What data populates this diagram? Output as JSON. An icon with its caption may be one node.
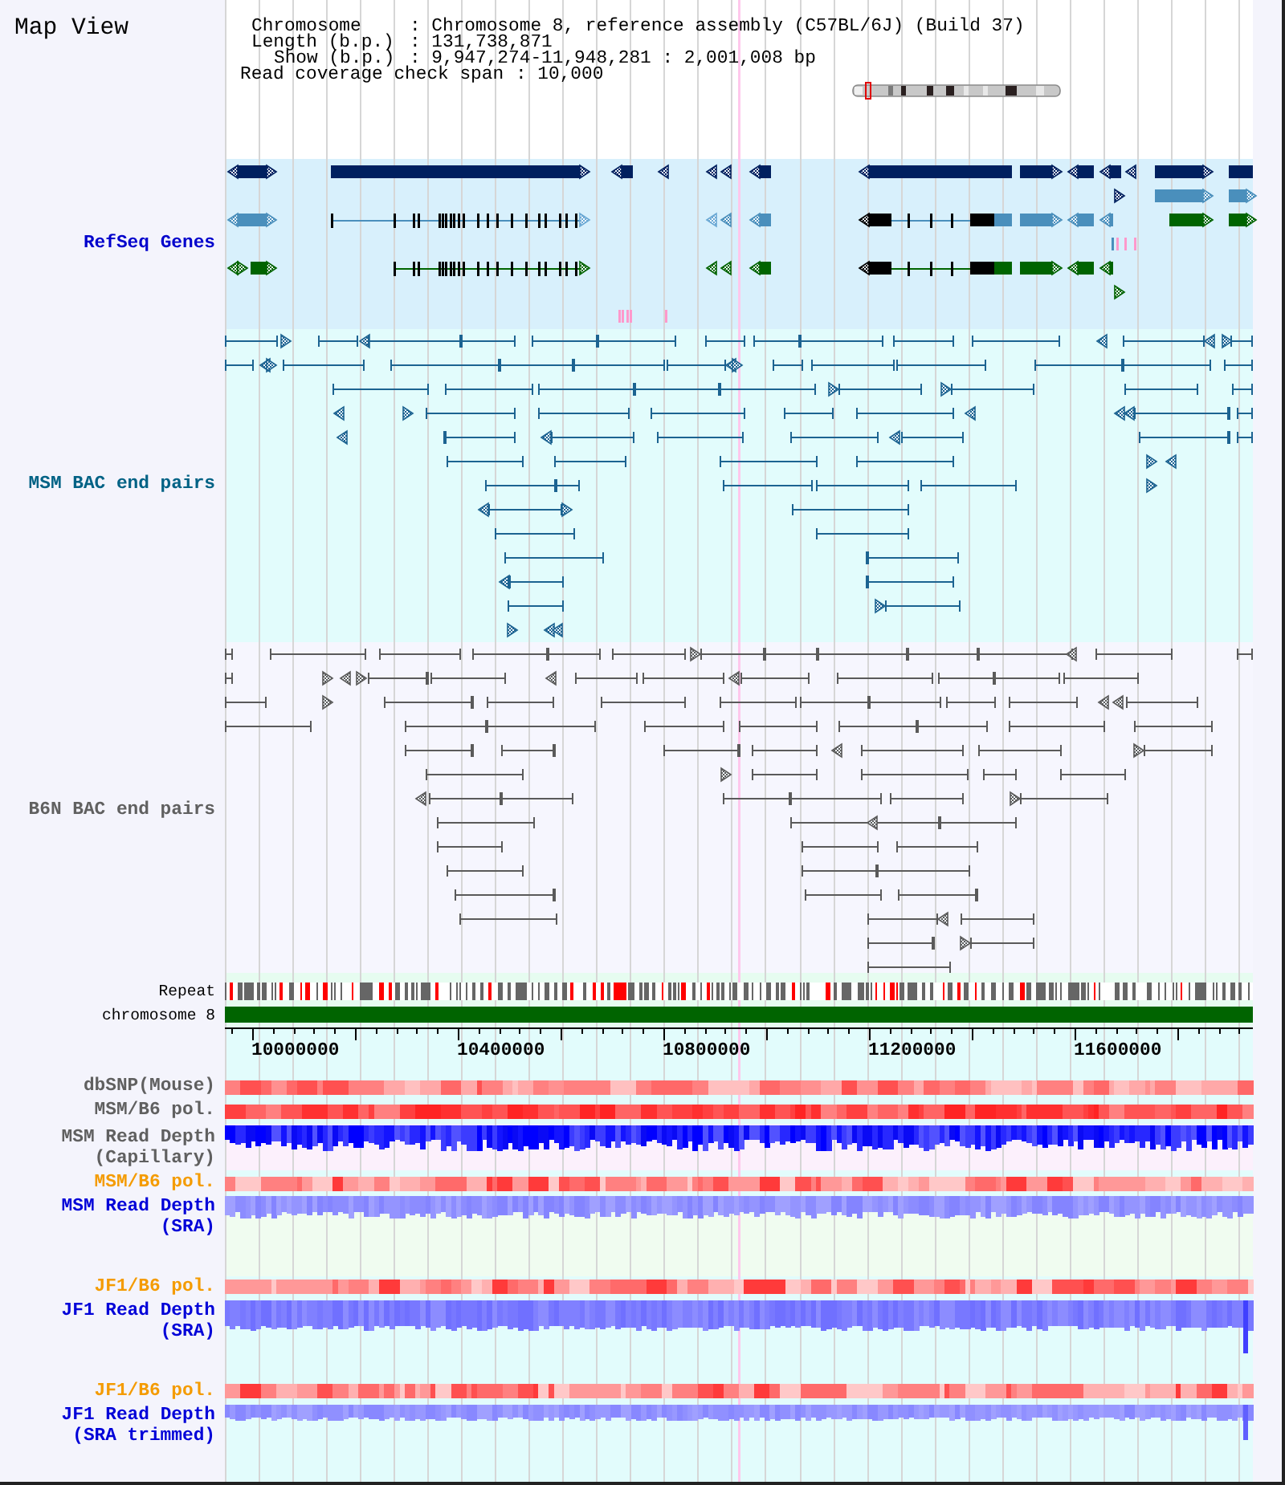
{
  "diagram": {
    "title": "Map View",
    "labels": [
      "Chromosome",
      ": Chromosome 8, reference assembly (C57BL/6J) (Build 37)",
      "Length (b.p.)",
      ": 131,738,871",
      "Show (b.p.)",
      ": 9,947,274-11,948,281 : 2,001,008 bp",
      "Read coverage check span",
      ": 10,000",
      "RefSeq Genes",
      "MSM BAC end pairs",
      "B6N BAC end pairs",
      "Repeat",
      "chromosome 8",
      "10000000",
      "10400000",
      "10800000",
      "11200000",
      "11600000",
      "dbSNP(Mouse)",
      "MSM/B6 pol.",
      "MSM Read Depth (Capillary)",
      "MSM/B6 pol.",
      "MSM Read Depth (SRA)",
      "JF1/B6 pol.",
      "JF1 Read Depth (SRA)",
      "JF1/B6 pol.",
      "JF1 Read Depth (SRA trimmed)"
    ]
  }
}
